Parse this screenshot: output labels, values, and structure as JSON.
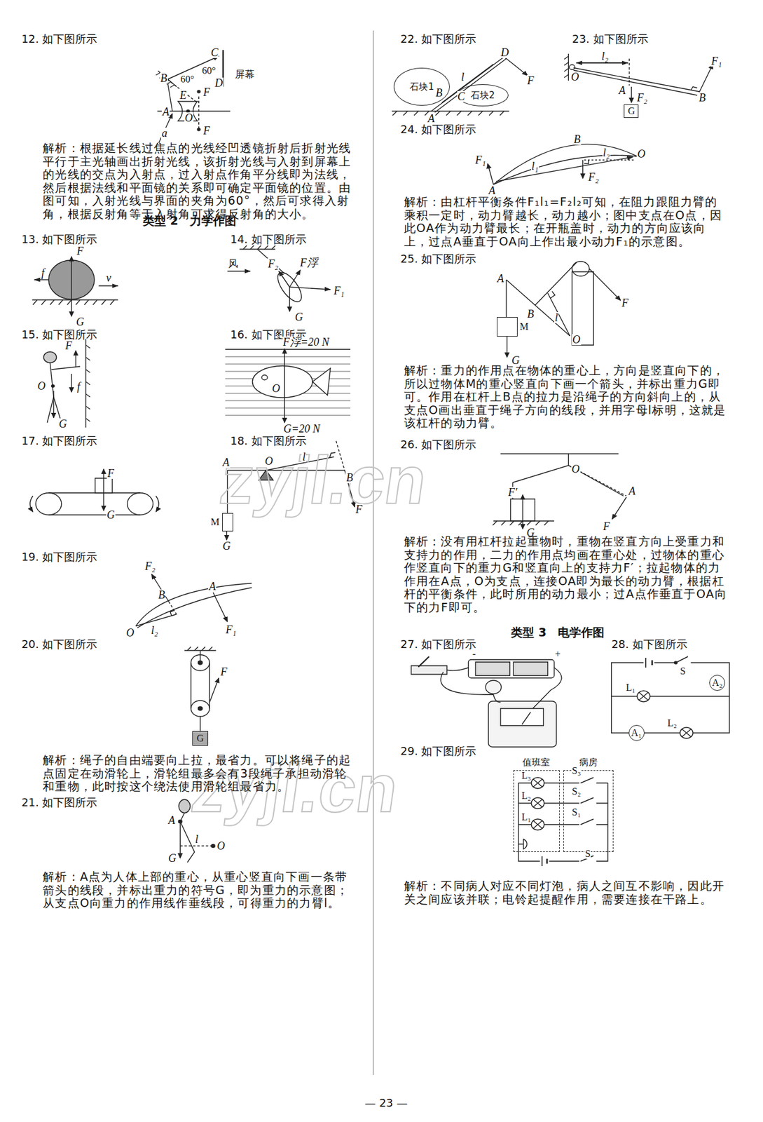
{
  "diagram": {
    "nodes": [
      {
        "text": [
          "M"
        ]
      },
      {
        "text": [
          "G"
        ]
      },
      {
        "text": [
          "石块1"
        ]
      },
      {
        "text": [
          "石块2"
        ]
      },
      {
        "text": [
          "G"
        ]
      },
      {
        "text": [
          "M"
        ]
      },
      {
        "text": [
          "A₂"
        ]
      },
      {
        "text": [
          "A₁"
        ]
      },
      {
        "text": [
          "值班室"
        ]
      },
      {
        "text": [
          "病房"
        ]
      }
    ],
    "labels": [
      "12. 如下图所示",
      "C",
      "B",
      "60°",
      "60°",
      "D",
      "屏幕",
      "E",
      "F",
      "A",
      "O",
      "a",
      "F",
      "解析：根据延长线过焦点的光线经凹透镜折射后折射光线平行于主光轴画出折射光线，该折射光线与入射到屏幕上的光线的交点为入射点，过入射点作角平分线即为法线，然后根据法线和平面镜的关系即可确定平面镜的位置。由图可知，入射光线与界面的夹角为60°，然后可求得入射角，根据反射角等于入射角可求得反射角的大小。",
      "类型 2　力学作图",
      "13. 如下图所示",
      "F",
      "f",
      "v",
      "G",
      "14. 如下图所示",
      "风",
      "F₂",
      "F浮",
      "F₁",
      "G",
      "15. 如下图所示",
      "F",
      "O",
      "f",
      "G",
      "16. 如下图所示",
      "F浮=20 N",
      "O",
      "G=20 N",
      "17. 如下图所示",
      "F",
      "G",
      "18. 如下图所示",
      "A",
      "O",
      "l",
      "B",
      "F",
      "G",
      "19. 如下图所示",
      "F₂",
      "B",
      "A",
      "F₁",
      "l₂",
      "O",
      "20. 如下图所示",
      "F",
      "解析：绳子的自由端要向上拉，最省力。可以将绳子的起点固定在动滑轮上，滑轮组最多会有3段绳子承担动滑轮和重物，此时按这个绕法使用滑轮组最省力。",
      "21. 如下图所示",
      "A",
      "l",
      "O",
      "G",
      "解析：A点为人体上部的重心，从重心竖直向下画一条带箭头的线段，并标出重力的符号G，即为重力的示意图；从支点O向重力的作用线作垂线段，可得重力的力臂l。",
      "22. 如下图所示",
      "D",
      "l",
      "F",
      "B",
      "C",
      "A",
      "23. 如下图所示",
      "l₂",
      "F₁",
      "O",
      "A",
      "F₂",
      "B",
      "24. 如下图所示",
      "B",
      "F₁",
      "l₁",
      "l₂",
      "O",
      "F₂",
      "A",
      "解析：由杠杆平衡条件F₁l₁=F₂l₂可知，在阻力跟阻力臂的乘积一定时，动力臂越长，动力越小；图中支点在O点，因此OA作为动力臂最长；在开瓶盖时，动力的方向应该向上，过点A垂直于OA向上作出最小动力F₁的示意图。",
      "25. 如下图所示",
      "A",
      "B",
      "l",
      "F",
      "O",
      "G",
      "解析：重力的作用点在物体的重心上，方向是竖直向下的，所以过物体M的重心竖直向下画一个箭头，并标出重力G即可。作用在杠杆上B点的拉力是沿绳子的方向斜向上的，从支点O画出垂直于绳子方向的线段，并用字母l标明，这就是该杠杆的动力臂。",
      "26. 如下图所示",
      "O",
      "F′",
      "A",
      "G",
      "F",
      "解析：没有用杠杆拉起重物时，重物在竖直方向上受重力和支持力的作用，二力的作用点均画在重心处，过物体的重心作竖直向下的重力G和竖直向上的支持力F′；拉起物体的力作用在A点，O为支点，连接OA即为最长的动力臂，根据杠杆的平衡条件，此时所用的动力最小；过A点作垂直于OA向下的力F即可。",
      "类型 3　电学作图",
      "27. 如下图所示",
      "-",
      "+",
      "28. 如下图所示",
      "S",
      "L₁",
      "L₂",
      "29. 如下图所示",
      "L₃",
      "S₃",
      "L₂",
      "S₂",
      "L₁",
      "S₁",
      "S",
      "解析：不同病人对应不同灯泡，病人之间互不影响，因此开关之间应该并联；电铃起提醒作用，需要连接在干路上。",
      "— 23 —",
      "zyjl.cn",
      "zyjl.cn"
    ]
  }
}
